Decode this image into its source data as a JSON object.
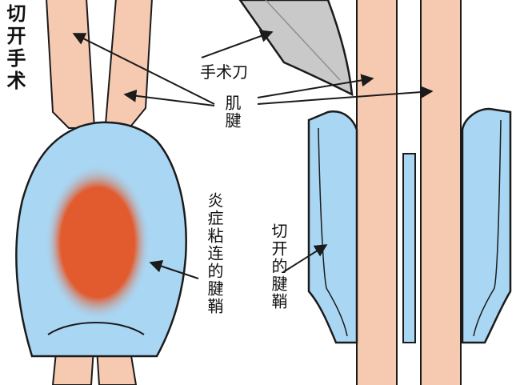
{
  "labels": {
    "title": "切开手术",
    "scalpel": "手术刀",
    "tendon": "肌腱",
    "inflamed_sheath": "炎症粘连的腱鞘",
    "cut_sheath": "切开的腱鞘"
  },
  "colors": {
    "tendon": "#f6c9b1",
    "sheath": "#a9d6f3",
    "inflammation": "#e25b2f",
    "outline": "#1b1b1b",
    "blade": "#c9c9c9"
  }
}
